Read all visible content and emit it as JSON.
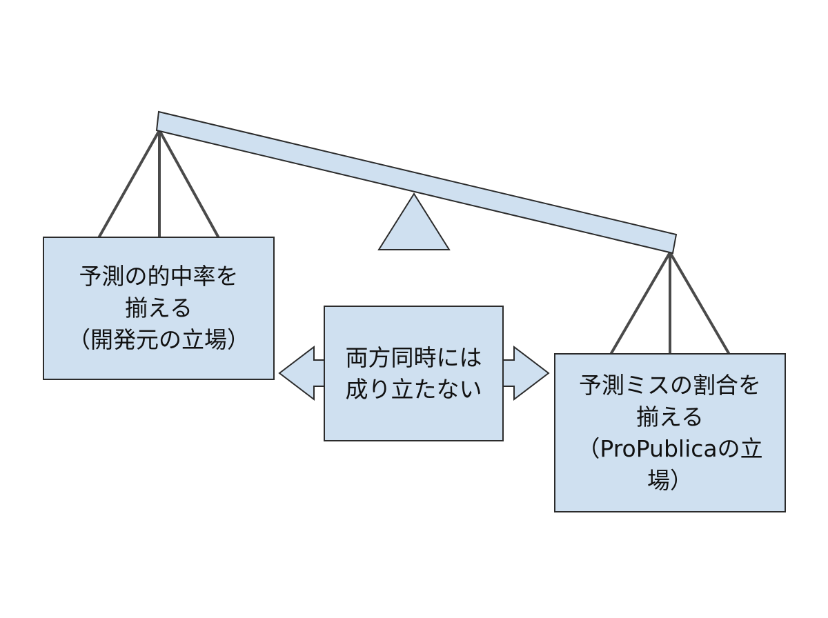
{
  "colors": {
    "fill": "#cfe0f0",
    "stroke": "#2b2b2b",
    "line": "#4a4a4a"
  },
  "left_box": {
    "lines": [
      "予測の的中率を",
      "揃える",
      "（開発元の立場）"
    ]
  },
  "center_box": {
    "lines": [
      "両方同時には",
      "成り立たない"
    ]
  },
  "right_box": {
    "lines": [
      "予測ミスの割合を",
      "揃える",
      "（ProPublicaの立",
      "場）"
    ]
  },
  "icons": {
    "arrow": "double-headed-arrow",
    "fulcrum": "triangle-fulcrum",
    "beam": "tilted-balance-beam"
  }
}
